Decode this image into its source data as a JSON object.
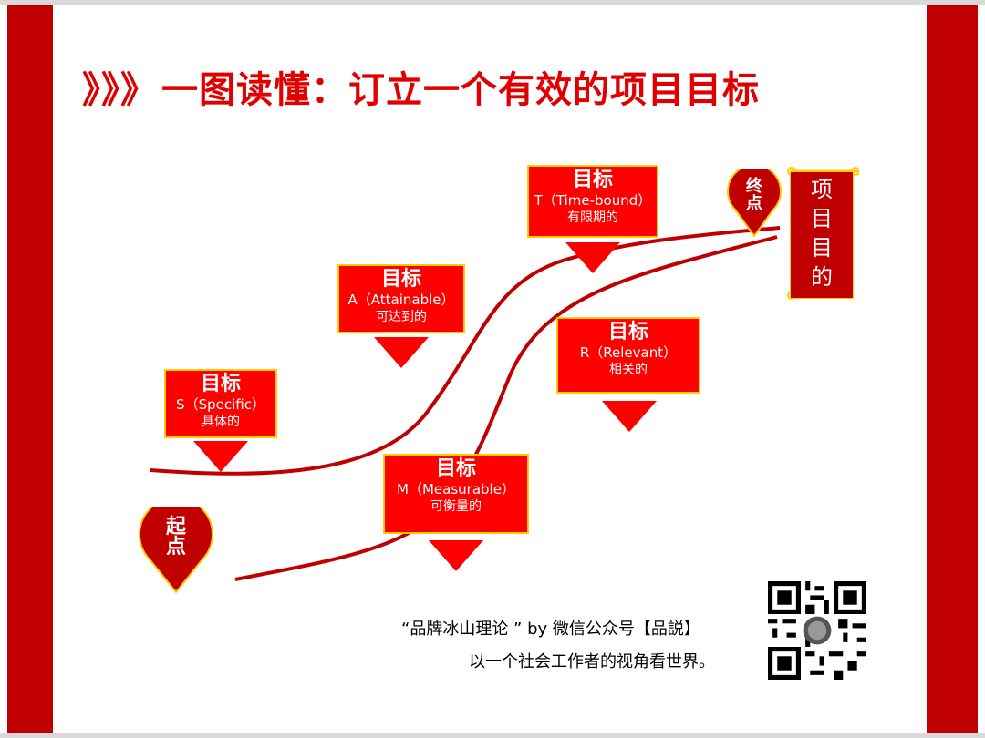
{
  "title": {
    "chevrons": "》》》",
    "text": "一图读懂：订立一个有效的项目目标"
  },
  "start_label": "起点",
  "end_label": "终点",
  "goal_box": "项目目的",
  "cards": {
    "s": {
      "heading": "目标",
      "en": "S（Specific）",
      "zh": "具体的"
    },
    "a": {
      "heading": "目标",
      "en": "A（Attainable）",
      "zh": "可达到的"
    },
    "t": {
      "heading": "目标",
      "en": "T（Time-bound）",
      "zh": "有限期的"
    },
    "r": {
      "heading": "目标",
      "en": "R（Relevant）",
      "zh": "相关的"
    },
    "m": {
      "heading": "目标",
      "en": "M（Measurable）",
      "zh": "可衡量的"
    }
  },
  "footer": {
    "line1": "“品牌冰山理论 ” by 微信公众号【品説】",
    "line2": "以一个社会工作者的视角看世界。"
  },
  "colors": {
    "brand_red": "#c00000",
    "card_red": "#ff0000",
    "card_border": "#ffcc00",
    "title_red": "#e00000"
  }
}
